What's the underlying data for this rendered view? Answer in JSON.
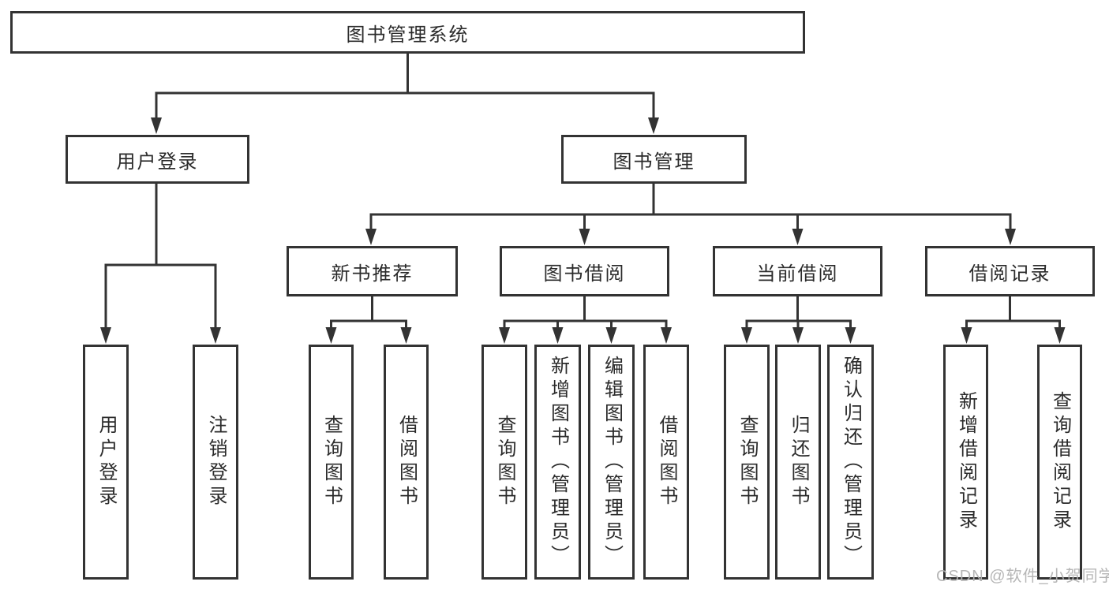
{
  "diagram": {
    "root": {
      "label": "图书管理系统"
    },
    "level2": [
      {
        "label": "用户登录"
      },
      {
        "label": "图书管理"
      }
    ],
    "level3": [
      {
        "label": "新书推荐"
      },
      {
        "label": "图书借阅"
      },
      {
        "label": "当前借阅"
      },
      {
        "label": "借阅记录"
      }
    ],
    "leaves": {
      "user_login": [
        "用户登录",
        "注销登录"
      ],
      "new_book": [
        "查询图书",
        "借阅图书"
      ],
      "borrow": [
        "查询图书",
        "新增图书（管理员）",
        "编辑图书（管理员）",
        "借阅图书"
      ],
      "current": [
        "查询图书",
        "归还图书",
        "确认归还（管理员）"
      ],
      "records": [
        "新增借阅记录",
        "查询借阅记录"
      ]
    },
    "watermark": "CSDN @软件_小贺同学",
    "colors": {
      "line": "#333333",
      "text": "#2b2b2b",
      "box_background": "#ffffff",
      "watermark": "#b2b2b2",
      "background": "#ffffff"
    }
  }
}
